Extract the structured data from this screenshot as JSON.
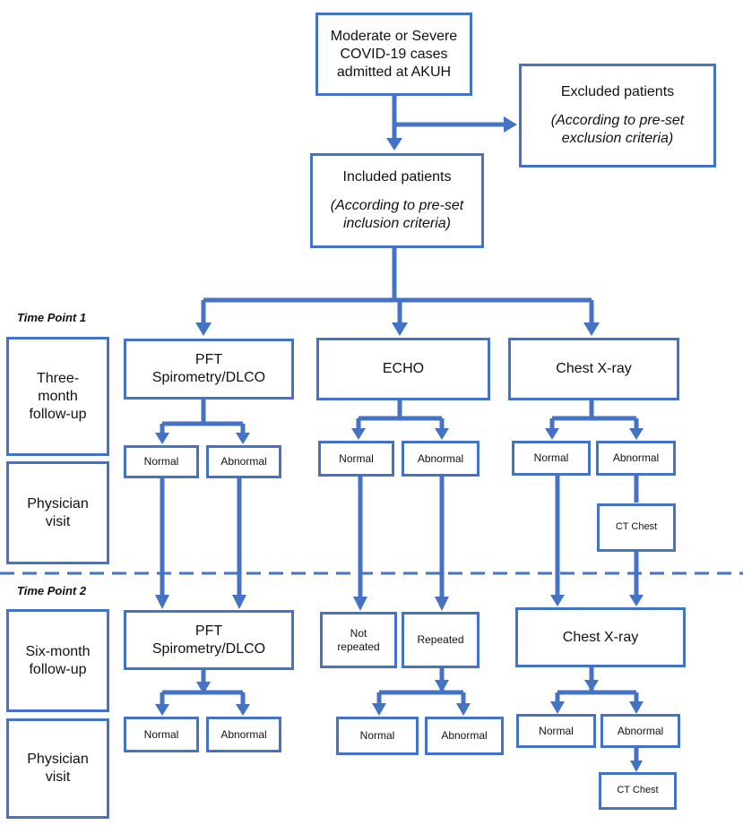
{
  "top": {
    "line1": "Moderate or Severe",
    "line2": "COVID-19 cases",
    "line3": "admitted at AKUH"
  },
  "excluded": {
    "title": "Excluded patients",
    "note1": "(According to pre-set",
    "note2": "exclusion criteria)"
  },
  "included": {
    "title": "Included patients",
    "note1": "(According to pre-set",
    "note2": "inclusion criteria)"
  },
  "time_point_1": "Time Point 1",
  "time_point_2": "Time Point 2",
  "row_labels": {
    "three_month": {
      "line1": "Three-",
      "line2": "month",
      "line3": "follow-up"
    },
    "physician_1": {
      "line1": "Physician",
      "line2": "visit"
    },
    "six_month": {
      "line1": "Six-month",
      "line2": "follow-up"
    },
    "physician_2": {
      "line1": "Physician",
      "line2": "visit"
    }
  },
  "tp1": {
    "pft": {
      "line1": "PFT",
      "line2": "Spirometry/DLCO"
    },
    "echo": "ECHO",
    "cxr": "Chest X-ray",
    "pft_normal": "Normal",
    "pft_abnormal": "Abnormal",
    "echo_normal": "Normal",
    "echo_abnormal": "Abnormal",
    "cxr_normal": "Normal",
    "cxr_abnormal": "Abnormal",
    "ct_chest": "CT Chest"
  },
  "tp2": {
    "pft": {
      "line1": "PFT",
      "line2": "Spirometry/DLCO"
    },
    "echo_not_repeated": {
      "line1": "Not",
      "line2": "repeated"
    },
    "echo_repeated": "Repeated",
    "cxr": "Chest X-ray",
    "pft_normal": "Normal",
    "pft_abnormal": "Abnormal",
    "echo_normal": "Normal",
    "echo_abnormal": "Abnormal",
    "cxr_normal": "Normal",
    "cxr_abnormal": "Abnormal",
    "ct_chest": "CT Chest"
  },
  "colors": {
    "box_border": "#4472c4",
    "arrow": "#4472c4",
    "divider": "#4472c4"
  }
}
